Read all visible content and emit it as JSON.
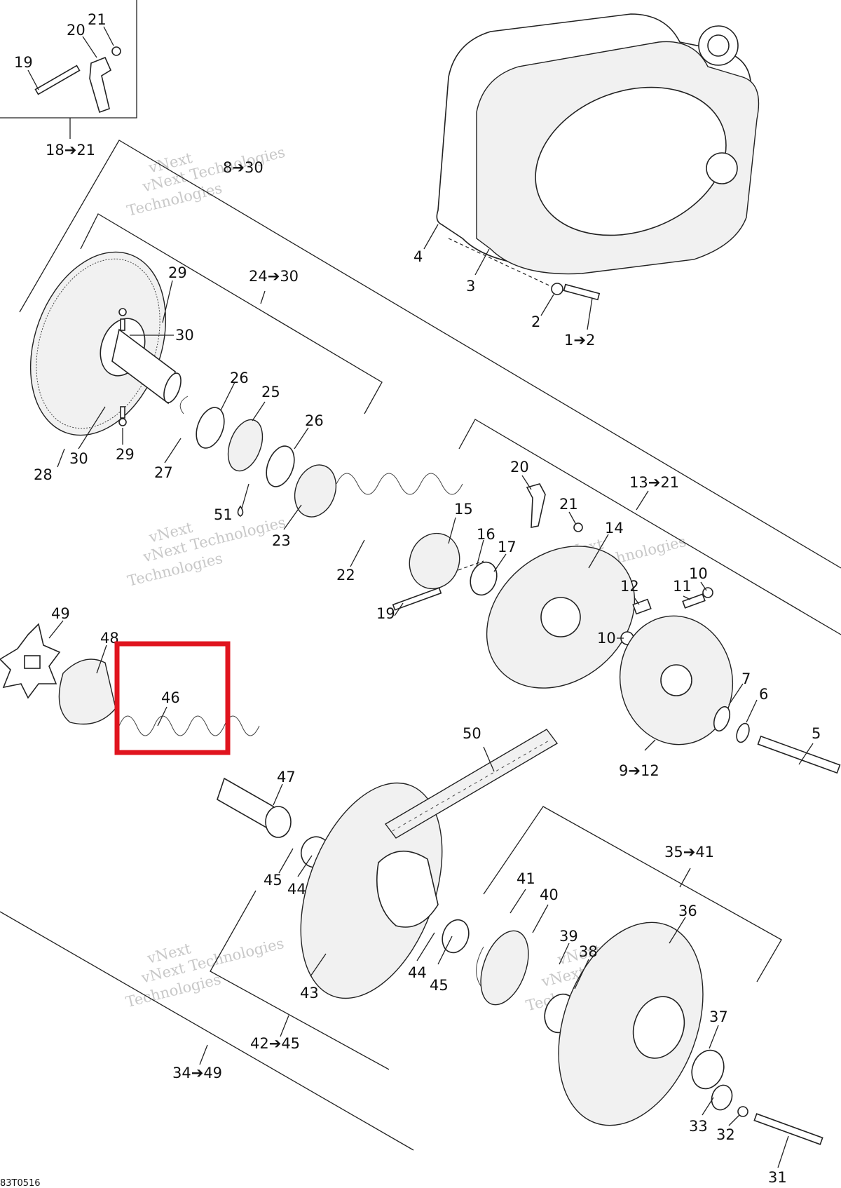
{
  "diagram": {
    "callouts": {
      "c1_2": "1➔2",
      "c2": "2",
      "c3": "3",
      "c4": "4",
      "c5": "5",
      "c6": "6",
      "c7": "7",
      "c8_30": "8➔30",
      "c9_12": "9➔12",
      "c10a": "10",
      "c10b": "10",
      "c11": "11",
      "c12": "12",
      "c13_21": "13➔21",
      "c14": "14",
      "c15": "15",
      "c16": "16",
      "c17": "17",
      "c18_21": "18➔21",
      "c19a": "19",
      "c19b": "19",
      "c20a": "20",
      "c20b": "20",
      "c21a": "21",
      "c21b": "21",
      "c22": "22",
      "c23": "23",
      "c24_30": "24➔30",
      "c25": "25",
      "c26a": "26",
      "c26b": "26",
      "c27": "27",
      "c28": "28",
      "c29a": "29",
      "c29b": "29",
      "c30a": "30",
      "c30b": "30",
      "c31": "31",
      "c32": "32",
      "c33": "33",
      "c34_49": "34➔49",
      "c35_41": "35➔41",
      "c36": "36",
      "c37": "37",
      "c38": "38",
      "c39": "39",
      "c40": "40",
      "c41": "41",
      "c42_45": "42➔45",
      "c43": "43",
      "c44a": "44",
      "c44b": "44",
      "c45a": "45",
      "c45b": "45",
      "c46": "46",
      "c47": "47",
      "c48": "48",
      "c49": "49",
      "c50": "50",
      "c51": "51"
    },
    "watermark": {
      "line1": "vNext",
      "line2": "vNext Technologies",
      "line3": "Technologies"
    },
    "drawing_code": "83T0516",
    "highlight": {
      "label": "46",
      "color": "#e0141e"
    }
  }
}
